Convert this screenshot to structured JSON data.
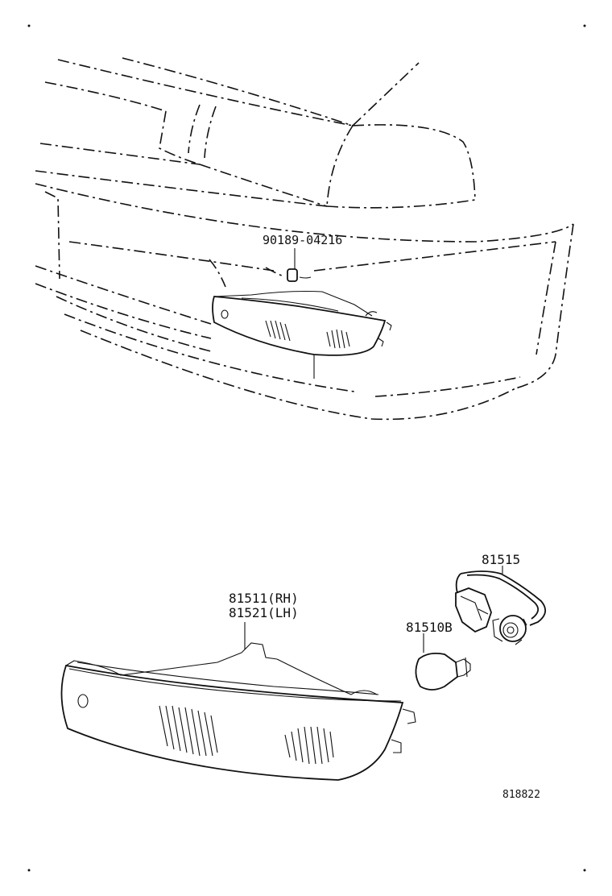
{
  "parts": {
    "clip": {
      "number": "90189-04216"
    },
    "lamp_assembly": {
      "number_rh": "81511(RH)",
      "number_lh": "81521(LH)"
    },
    "bulb": {
      "number": "81510B"
    },
    "socket_wire": {
      "number": "81515"
    }
  },
  "illustration_code": "818822"
}
